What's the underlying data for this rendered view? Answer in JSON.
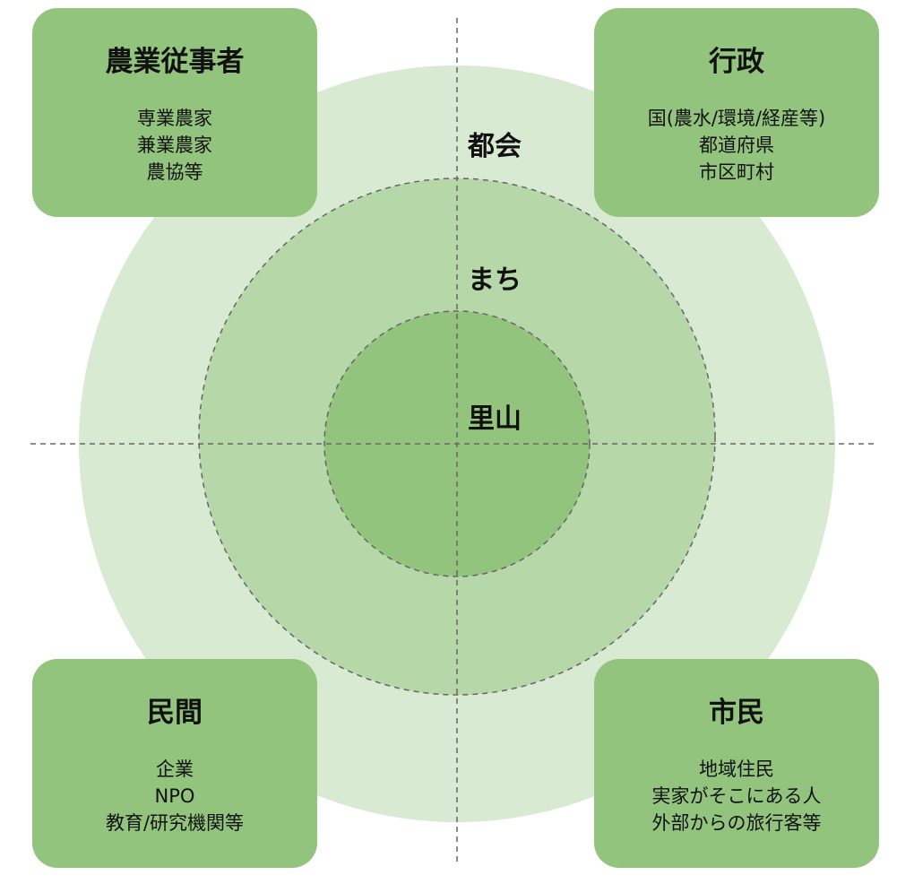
{
  "colors": {
    "outer_ring": "#d9ead3",
    "middle_ring": "#b6d7a8",
    "inner_circle": "#93c47d",
    "card": "#93c47d",
    "dashed_line": "#666666"
  },
  "rings": {
    "outer_label": "都会",
    "middle_label": "まち",
    "inner_label": "里山"
  },
  "cards": [
    {
      "title": "農業従事者",
      "items": [
        "専業農家",
        "兼業農家",
        "農協等"
      ]
    },
    {
      "title": "行政",
      "items": [
        "国(農水/環境/経産等)",
        "都道府県",
        "市区町村"
      ]
    },
    {
      "title": "民間",
      "items": [
        "企業",
        "NPO",
        "教育/研究機関等"
      ]
    },
    {
      "title": "市民",
      "items": [
        "地域住民",
        "実家がそこにある人",
        "外部からの旅行客等"
      ]
    }
  ]
}
